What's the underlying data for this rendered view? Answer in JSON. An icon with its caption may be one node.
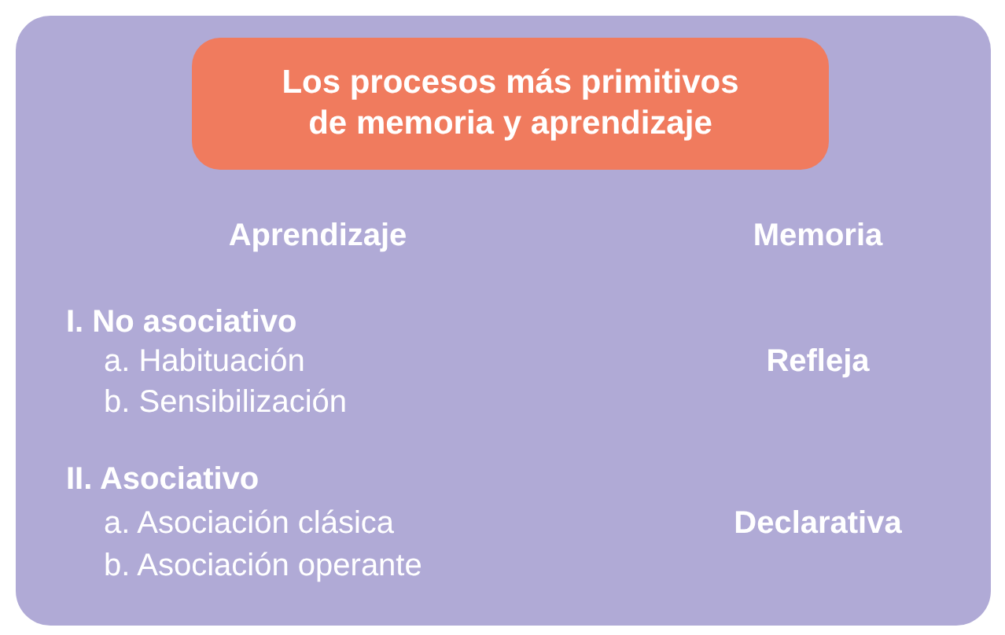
{
  "diagram": {
    "nodes": [
      {
        "text": [
          "Los procesos más primitivos de memoria y aprendizaje"
        ]
      }
    ],
    "labels": [
      "Aprendizaje",
      "Memoria",
      "I. No asociativo",
      "a. Habituación",
      "Refleja",
      "b. Sensibilización",
      "II. Asociativo",
      "a. Asociación clásica",
      "Declarativa",
      "b. Asociación operante"
    ]
  }
}
